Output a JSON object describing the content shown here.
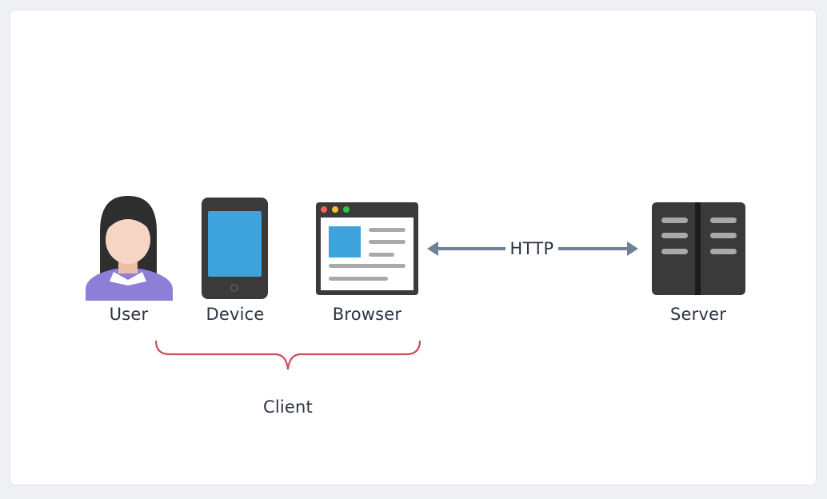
{
  "diagram": {
    "nodes": {
      "user": "User",
      "device": "Device",
      "browser": "Browser",
      "server": "Server"
    },
    "protocol_label": "HTTP",
    "group_label": "Client"
  },
  "colors": {
    "background": "#eef0f4",
    "card": "#ffffff",
    "text": "#2c3440",
    "arrow": "#718096",
    "brace": "#d14b5e",
    "device_body": "#3a3a3a",
    "screen_blue": "#3fa4dd",
    "user_shirt": "#8b7fd8",
    "user_hair": "#2e2e2e",
    "user_skin": "#f6d5c4"
  },
  "icons": [
    "user-icon",
    "phone-icon",
    "browser-window-icon",
    "server-icon"
  ]
}
